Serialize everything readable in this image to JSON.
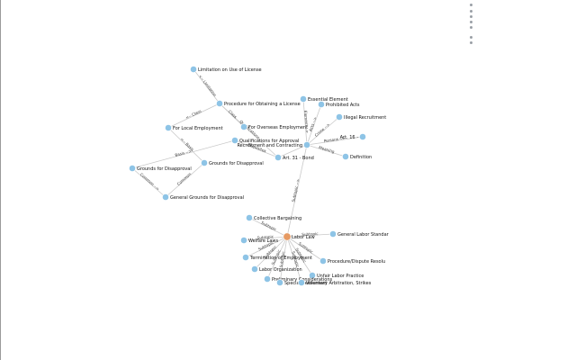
{
  "graph": {
    "nodes": [
      {
        "id": "limitation",
        "label": "Limitation on Use of License",
        "type": "concept"
      },
      {
        "id": "procedure_license",
        "label": "Procedure for Obtaining a License",
        "type": "concept"
      },
      {
        "id": "local_employment",
        "label": "For Local Employment",
        "type": "concept"
      },
      {
        "id": "overseas_employment",
        "label": "For Overseas Employment",
        "type": "concept"
      },
      {
        "id": "qualifications",
        "label": "Qualifications for Approval",
        "type": "concept"
      },
      {
        "id": "grounds_disapproval_a",
        "label": "Grounds for Disapproval",
        "type": "concept"
      },
      {
        "id": "grounds_disapproval_b",
        "label": "Grounds for Disapproval",
        "type": "concept"
      },
      {
        "id": "general_grounds",
        "label": "General Grounds for Disapproval",
        "type": "concept"
      },
      {
        "id": "essential_element",
        "label": "Essential Element",
        "type": "concept"
      },
      {
        "id": "prohibited_acts",
        "label": "Prohibited Acts",
        "type": "concept"
      },
      {
        "id": "illegal_recruitment",
        "label": "Illegal Recruitment",
        "type": "concept"
      },
      {
        "id": "art16",
        "label": "Art. 16 -",
        "type": "concept"
      },
      {
        "id": "recruitment",
        "label": "Recruitment and Contracting",
        "type": "concept"
      },
      {
        "id": "definition",
        "label": "Definition",
        "type": "concept"
      },
      {
        "id": "art31",
        "label": "Art. 31 - Bond",
        "type": "concept"
      },
      {
        "id": "labor_law",
        "label": "Labor Law",
        "type": "central"
      },
      {
        "id": "collective_bargaining",
        "label": "Collective Bargaining",
        "type": "concept"
      },
      {
        "id": "welfare_laws",
        "label": "Welfare Laws",
        "type": "concept"
      },
      {
        "id": "general_labor_standard",
        "label": "General Labor Standar",
        "type": "concept"
      },
      {
        "id": "termination",
        "label": "Termination of Employment",
        "type": "concept"
      },
      {
        "id": "labor_organization",
        "label": "Labor Organization",
        "type": "concept"
      },
      {
        "id": "procedure_dispute",
        "label": "Procedure/Dispute Resolu",
        "type": "concept"
      },
      {
        "id": "unfair_labor_practice",
        "label": "Unfair Labor Practice",
        "type": "concept"
      },
      {
        "id": "preliminary",
        "label": "Preliminary Considerations",
        "type": "concept"
      },
      {
        "id": "special_settlement",
        "label": "Special Settlement",
        "type": "concept"
      },
      {
        "id": "voluntary_arbitration",
        "label": "Voluntary Arbitration, Strikes",
        "type": "concept"
      }
    ],
    "edges": [
      {
        "source": "procedure_license",
        "target": "limitation",
        "label": "<-- Limitation"
      },
      {
        "source": "procedure_license",
        "target": "local_employment",
        "label": "<-- Class"
      },
      {
        "source": "procedure_license",
        "target": "overseas_employment",
        "label": "Class"
      },
      {
        "source": "procedure_license",
        "target": "art31",
        "label": "Qualifications"
      },
      {
        "source": "local_employment",
        "target": "grounds_disapproval_a",
        "label": "<-- Basis"
      },
      {
        "source": "grounds_disapproval_a",
        "target": "general_grounds",
        "label": "Common"
      },
      {
        "source": "grounds_disapproval_b",
        "target": "general_grounds",
        "label": "Common -->"
      },
      {
        "source": "grounds_disapproval_b",
        "target": "qualifications",
        "label": "Basis -->"
      },
      {
        "source": "qualifications",
        "target": "art31",
        "label": "Requisites"
      },
      {
        "source": "recruitment",
        "target": "essential_element",
        "label": "Element -->"
      },
      {
        "source": "recruitment",
        "target": "prohibited_acts",
        "label": "Acts -->"
      },
      {
        "source": "recruitment",
        "target": "illegal_recruitment",
        "label": "Crime -->"
      },
      {
        "source": "recruitment",
        "target": "art16",
        "label": "Persons -->"
      },
      {
        "source": "recruitment",
        "target": "definition",
        "label": "Meaning"
      },
      {
        "source": "recruitment",
        "target": "art31",
        "label": ""
      },
      {
        "source": "recruitment",
        "target": "labor_law",
        "label": "Subtopic -->"
      },
      {
        "source": "labor_law",
        "target": "collective_bargaining",
        "label": "Subtopic"
      },
      {
        "source": "labor_law",
        "target": "welfare_laws",
        "label": "Subtopic"
      },
      {
        "source": "labor_law",
        "target": "general_labor_standard",
        "label": "Subtopic"
      },
      {
        "source": "labor_law",
        "target": "termination",
        "label": "Subtopic"
      },
      {
        "source": "labor_law",
        "target": "labor_organization",
        "label": "Subtopic"
      },
      {
        "source": "labor_law",
        "target": "procedure_dispute",
        "label": "Subtopic"
      },
      {
        "source": "labor_law",
        "target": "unfair_labor_practice",
        "label": "Subtopic"
      },
      {
        "source": "labor_law",
        "target": "preliminary",
        "label": "Subtopic"
      },
      {
        "source": "labor_law",
        "target": "special_settlement",
        "label": "Subtopic"
      },
      {
        "source": "labor_law",
        "target": "voluntary_arbitration",
        "label": "Subtopic"
      }
    ]
  },
  "colors": {
    "node": "#8ec4e6",
    "central_node": "#e69a63",
    "edge": "#c9c9c9",
    "background": "#ffffff"
  }
}
